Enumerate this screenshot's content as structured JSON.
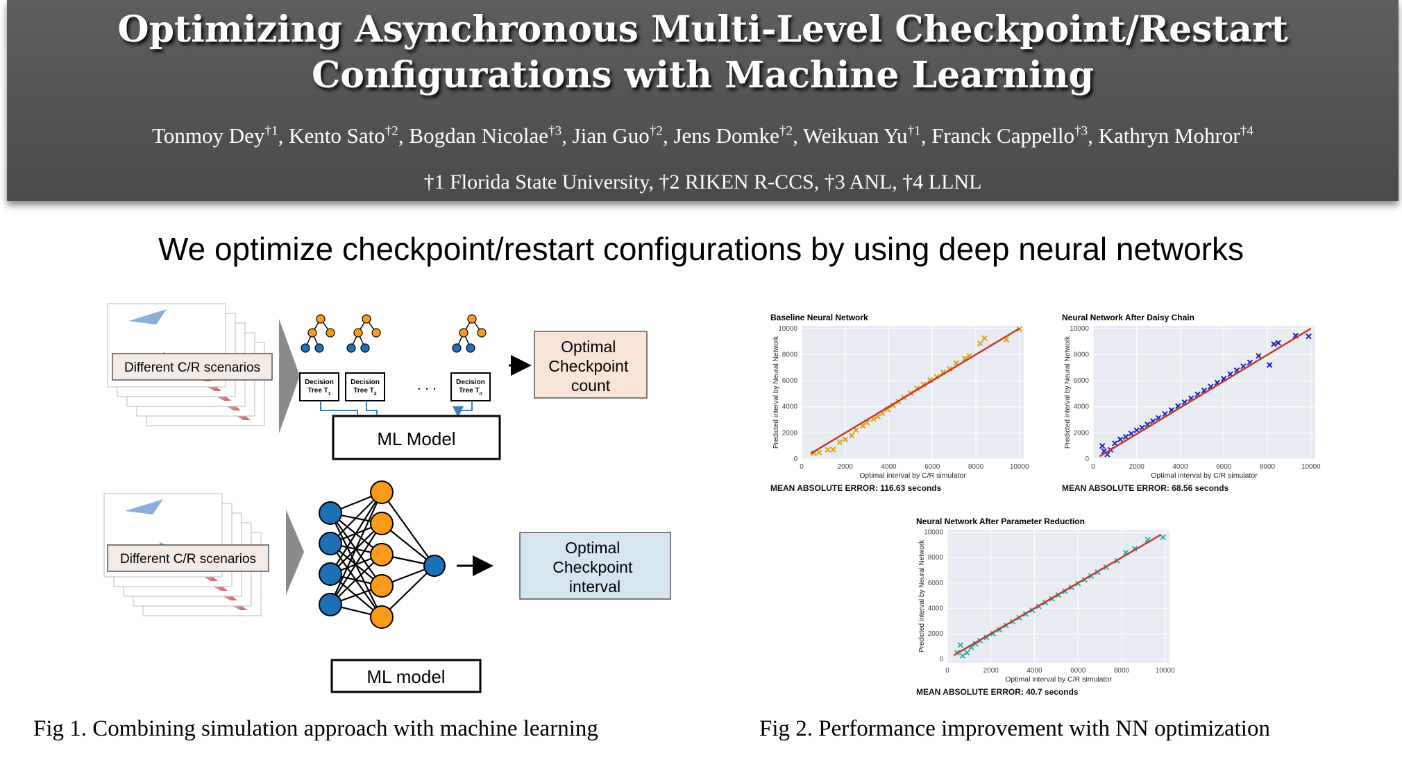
{
  "header": {
    "title_line1": "Optimizing Asynchronous Multi-Level Checkpoint/Restart",
    "title_line2": "Configurations with Machine Learning",
    "authors": [
      {
        "name": "Tonmoy Dey",
        "mark": "†1"
      },
      {
        "name": "Kento Sato",
        "mark": "†2"
      },
      {
        "name": "Bogdan Nicolae",
        "mark": "†3"
      },
      {
        "name": "Jian Guo",
        "mark": "†2"
      },
      {
        "name": "Jens Domke",
        "mark": "†2"
      },
      {
        "name": "Weikuan Yu",
        "mark": "†1"
      },
      {
        "name": "Franck Cappello",
        "mark": "†3"
      },
      {
        "name": "Kathryn Mohror",
        "mark": "†4"
      }
    ],
    "affiliations": "†1 Florida State University, †2 RIKEN R-CCS, †3 ANL, †4 LLNL"
  },
  "tagline": "We optimize checkpoint/restart configurations by using deep neural networks",
  "fig1": {
    "caption": "Fig 1. Combining simulation approach with machine learning",
    "top": {
      "scenario_label": "Different C/R scenarios",
      "trees": [
        {
          "line1": "Decision",
          "line2": "Tree T",
          "sub": "1"
        },
        {
          "line1": "Decision",
          "line2": "Tree T",
          "sub": "2"
        },
        {
          "line1": "Decision",
          "line2": "Tree T",
          "sub": "n"
        }
      ],
      "ellipsis": ". . .",
      "model_label": "ML Model",
      "output_lines": [
        "Optimal",
        "Checkpoint",
        "count"
      ],
      "output_color": "#f8e5d8"
    },
    "bottom": {
      "scenario_label": "Different C/R scenarios",
      "model_label": "ML model",
      "output_lines": [
        "Optimal",
        "Checkpoint",
        "interval"
      ],
      "output_color": "#d6e6f0",
      "input_color": "#1d6fb8",
      "hidden_color": "#f99a1c"
    }
  },
  "fig2": {
    "caption": "Fig 2. Performance improvement with NN optimization"
  },
  "chart_data": [
    {
      "type": "scatter",
      "title": "Baseline Neural Network",
      "xlabel": "Optimal interval by C/R simulator",
      "ylabel": "Predicted interval by Neural Network",
      "xlim": [
        0,
        10200
      ],
      "ylim": [
        0,
        10200
      ],
      "xticks": [
        "0",
        "2000",
        "4000",
        "6000",
        "8000",
        "10000"
      ],
      "yticks": [
        "0",
        "2000",
        "4000",
        "6000",
        "8000",
        "10000"
      ],
      "marker_color": "#dba215",
      "line_color": "#c0392b",
      "fit_line": {
        "x": [
          400,
          10000
        ],
        "y": [
          400,
          10000
        ]
      },
      "error_text": "MEAN ABSOLUTE ERROR: 116.63 seconds",
      "points": [
        [
          560,
          450
        ],
        [
          800,
          500
        ],
        [
          1200,
          700
        ],
        [
          1450,
          720
        ],
        [
          1750,
          1300
        ],
        [
          2000,
          1500
        ],
        [
          2300,
          1800
        ],
        [
          2500,
          2200
        ],
        [
          2800,
          2550
        ],
        [
          3000,
          2800
        ],
        [
          3300,
          3050
        ],
        [
          3500,
          3250
        ],
        [
          3700,
          3500
        ],
        [
          3950,
          3800
        ],
        [
          4200,
          4100
        ],
        [
          4450,
          4400
        ],
        [
          4700,
          4700
        ],
        [
          5000,
          5050
        ],
        [
          5300,
          5400
        ],
        [
          5600,
          5700
        ],
        [
          5900,
          6050
        ],
        [
          6200,
          6300
        ],
        [
          6500,
          6650
        ],
        [
          6800,
          6900
        ],
        [
          7100,
          7350
        ],
        [
          7500,
          7700
        ],
        [
          7700,
          7900
        ],
        [
          8200,
          8850
        ],
        [
          8400,
          9250
        ],
        [
          9400,
          9150
        ],
        [
          10000,
          9950
        ]
      ]
    },
    {
      "type": "scatter",
      "title": "Neural Network After Daisy Chain",
      "xlabel": "Optimal interval by C/R simulator",
      "ylabel": "Predicted interval by Neural Network",
      "xlim": [
        0,
        10200
      ],
      "ylim": [
        0,
        10200
      ],
      "xticks": [
        "0",
        "2000",
        "4000",
        "6000",
        "8000",
        "10000"
      ],
      "yticks": [
        "0",
        "2000",
        "4000",
        "6000",
        "8000",
        "10000"
      ],
      "marker_color": "#1f1fb8",
      "line_color": "#c0392b",
      "fit_line": {
        "x": [
          300,
          10000
        ],
        "y": [
          200,
          10000
        ]
      },
      "error_text": "MEAN ABSOLUTE ERROR: 68.56 seconds",
      "points": [
        [
          420,
          1000
        ],
        [
          500,
          600
        ],
        [
          650,
          350
        ],
        [
          800,
          700
        ],
        [
          1000,
          1200
        ],
        [
          1250,
          1500
        ],
        [
          1500,
          1700
        ],
        [
          1750,
          1950
        ],
        [
          2000,
          2200
        ],
        [
          2250,
          2400
        ],
        [
          2500,
          2650
        ],
        [
          2750,
          2900
        ],
        [
          3000,
          3150
        ],
        [
          3300,
          3450
        ],
        [
          3600,
          3750
        ],
        [
          3900,
          4050
        ],
        [
          4200,
          4350
        ],
        [
          4500,
          4650
        ],
        [
          4800,
          4950
        ],
        [
          5100,
          5250
        ],
        [
          5400,
          5550
        ],
        [
          5700,
          5850
        ],
        [
          6000,
          6150
        ],
        [
          6300,
          6500
        ],
        [
          6600,
          6800
        ],
        [
          6900,
          7100
        ],
        [
          7200,
          7400
        ],
        [
          7600,
          7900
        ],
        [
          8100,
          7200
        ],
        [
          8300,
          8800
        ],
        [
          8500,
          8900
        ],
        [
          9300,
          9450
        ],
        [
          9900,
          9400
        ]
      ]
    },
    {
      "type": "scatter",
      "title": "Neural Network After Parameter Reduction",
      "xlabel": "Optimal interval by C/R simulator",
      "ylabel": "Predicted interval by Neural Network",
      "xlim": [
        0,
        10200
      ],
      "ylim": [
        -300,
        10200
      ],
      "xticks": [
        "0",
        "2000",
        "4000",
        "6000",
        "8000",
        "10000"
      ],
      "yticks": [
        "0",
        "2000",
        "4000",
        "6000",
        "8000",
        "10000"
      ],
      "marker_color": "#2ab3a6",
      "line_color": "#c0392b",
      "fit_line": {
        "x": [
          300,
          9800
        ],
        "y": [
          300,
          9800
        ]
      },
      "error_text": "MEAN ABSOLUTE ERROR: 40.7 seconds",
      "points": [
        [
          450,
          500
        ],
        [
          600,
          1100
        ],
        [
          700,
          250
        ],
        [
          900,
          500
        ],
        [
          1100,
          900
        ],
        [
          1300,
          1200
        ],
        [
          1500,
          1450
        ],
        [
          1800,
          1700
        ],
        [
          2100,
          2000
        ],
        [
          2400,
          2300
        ],
        [
          2700,
          2650
        ],
        [
          3000,
          2950
        ],
        [
          3300,
          3250
        ],
        [
          3600,
          3550
        ],
        [
          3900,
          3850
        ],
        [
          4200,
          4150
        ],
        [
          4500,
          4450
        ],
        [
          4800,
          4750
        ],
        [
          5100,
          5050
        ],
        [
          5400,
          5350
        ],
        [
          5700,
          5650
        ],
        [
          6000,
          5950
        ],
        [
          6300,
          6250
        ],
        [
          6600,
          6550
        ],
        [
          6900,
          6850
        ],
        [
          7300,
          7250
        ],
        [
          7800,
          7750
        ],
        [
          8200,
          8400
        ],
        [
          8600,
          8700
        ],
        [
          9200,
          9400
        ],
        [
          9900,
          9600
        ]
      ]
    }
  ]
}
